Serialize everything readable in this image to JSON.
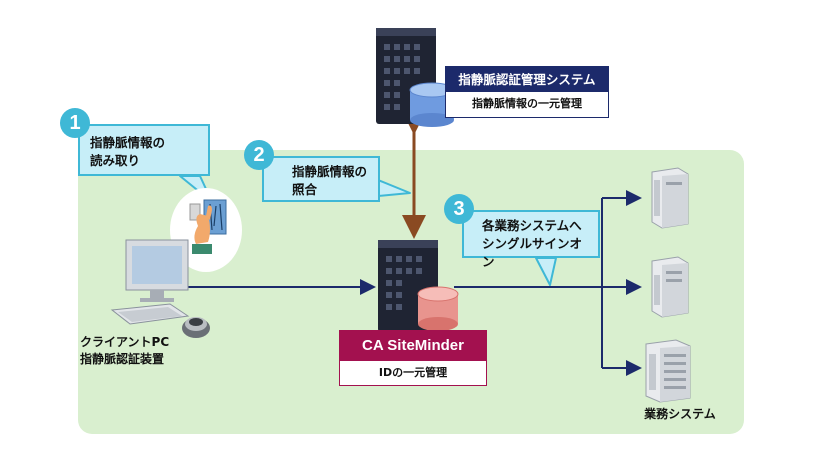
{
  "auth_system": {
    "title": "指静脈認証管理システム",
    "subtitle": "指静脈情報の一元管理"
  },
  "steps": [
    {
      "number": "1",
      "text": "指静脈情報の\n読み取り"
    },
    {
      "number": "2",
      "text": "指静脈情報の\n照合"
    },
    {
      "number": "3",
      "text": "各業務システムへ\nシングルサインオン"
    }
  ],
  "siteminder": {
    "title": "CA SiteMinder",
    "subtitle": "IDの一元管理"
  },
  "client": {
    "label": "クライアントPC\n指静脈認証装置"
  },
  "business": {
    "label": "業務システム"
  },
  "colors": {
    "navy": "#1c2a6b",
    "cyan": "#3fb8d6",
    "magenta": "#a3114f",
    "arrow_brown": "#8a4a22",
    "green_bg": "#d9efcf"
  }
}
